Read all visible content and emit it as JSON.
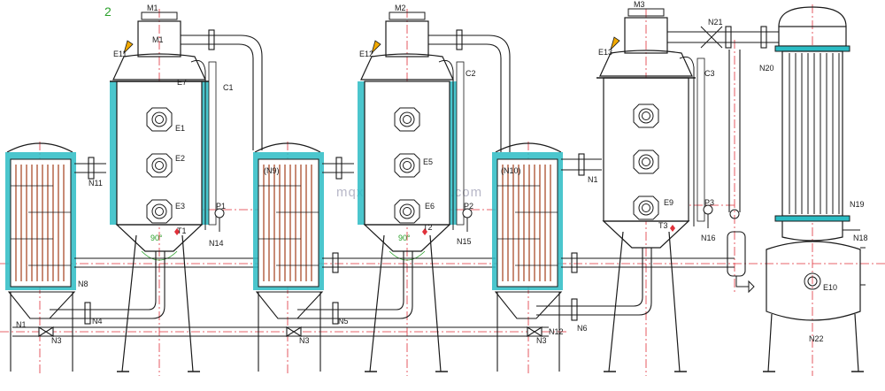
{
  "drawing": {
    "sheet_number": "2",
    "watermark": "mqxkj.en.alibaba.com",
    "angle_label": "90°"
  },
  "labels": {
    "M1": "M1",
    "M2": "M2",
    "M3": "M3",
    "C1": "C1",
    "C2": "C2",
    "C3": "C3",
    "E1": "E1",
    "E2": "E2",
    "E3": "E3",
    "E5": "E5",
    "E6": "E6",
    "E7": "E7",
    "E9": "E9",
    "E10": "E10",
    "E11": "E11",
    "E12": "E12",
    "E13": "E13",
    "P1": "P1",
    "P2": "P2",
    "P3": "P3",
    "T1": "T1",
    "T2": "T2",
    "T3": "T3",
    "N1": "N1",
    "N3": "N3",
    "N4": "N4",
    "N5": "N5",
    "N6": "N6",
    "N8": "N8",
    "N9": "(N9)",
    "N10": "(N10)",
    "N11": "N11",
    "N12": "N12",
    "N14": "N14",
    "N15": "N15",
    "N16": "N16",
    "N18": "N18",
    "N19": "N19",
    "N20": "N20",
    "N21": "N21",
    "N22": "N22"
  },
  "colors": {
    "outline": "#1a1a1a",
    "insulation": "#2bbcc4",
    "tube_bundle": "#b05a3c",
    "centerline": "#e0303a",
    "annotation": "#2aa02a",
    "warning": "#f2a900"
  }
}
